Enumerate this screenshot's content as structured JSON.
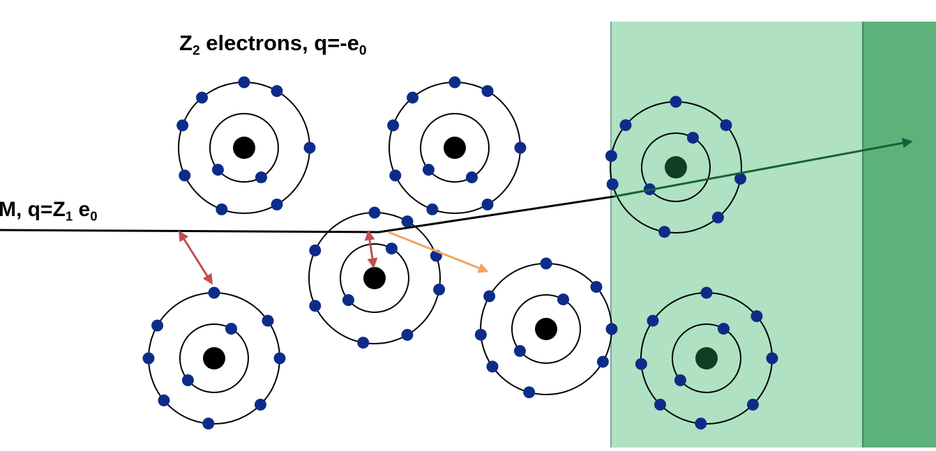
{
  "labels": {
    "electrons": {
      "main": "Z",
      "sub": "2",
      "rest": " electrons, q=-e",
      "sub2": "0"
    },
    "projectile": {
      "main": "M, q=Z",
      "sub": "1",
      "rest": " e",
      "sub2": "0"
    }
  },
  "colors": {
    "background": "#ffffff",
    "region_light": "#b0e1c2",
    "region_dark": "#5db27c",
    "region_border": "#7aa8a0",
    "electron": "#0d2c8a",
    "nucleus": "#000000",
    "nucleus_in_material": "#0e3f24",
    "trajectory": "#000000",
    "exit_arrow": "#17603a",
    "recoil_arrow": "#c0504d",
    "knock_arrow": "#f4a460"
  },
  "atoms": [
    {
      "id": "atom-top-left",
      "in_material": false,
      "electrons": 10
    },
    {
      "id": "atom-top-middle",
      "in_material": false,
      "electrons": 10
    },
    {
      "id": "atom-center",
      "in_material": false,
      "electrons": 10
    },
    {
      "id": "atom-bottom-left",
      "in_material": false,
      "electrons": 10
    },
    {
      "id": "atom-bottom-right",
      "in_material": false,
      "electrons": 10
    },
    {
      "id": "atom-material-top",
      "in_material": true,
      "electrons": 10
    },
    {
      "id": "atom-material-bottom",
      "in_material": true,
      "electrons": 10
    }
  ]
}
